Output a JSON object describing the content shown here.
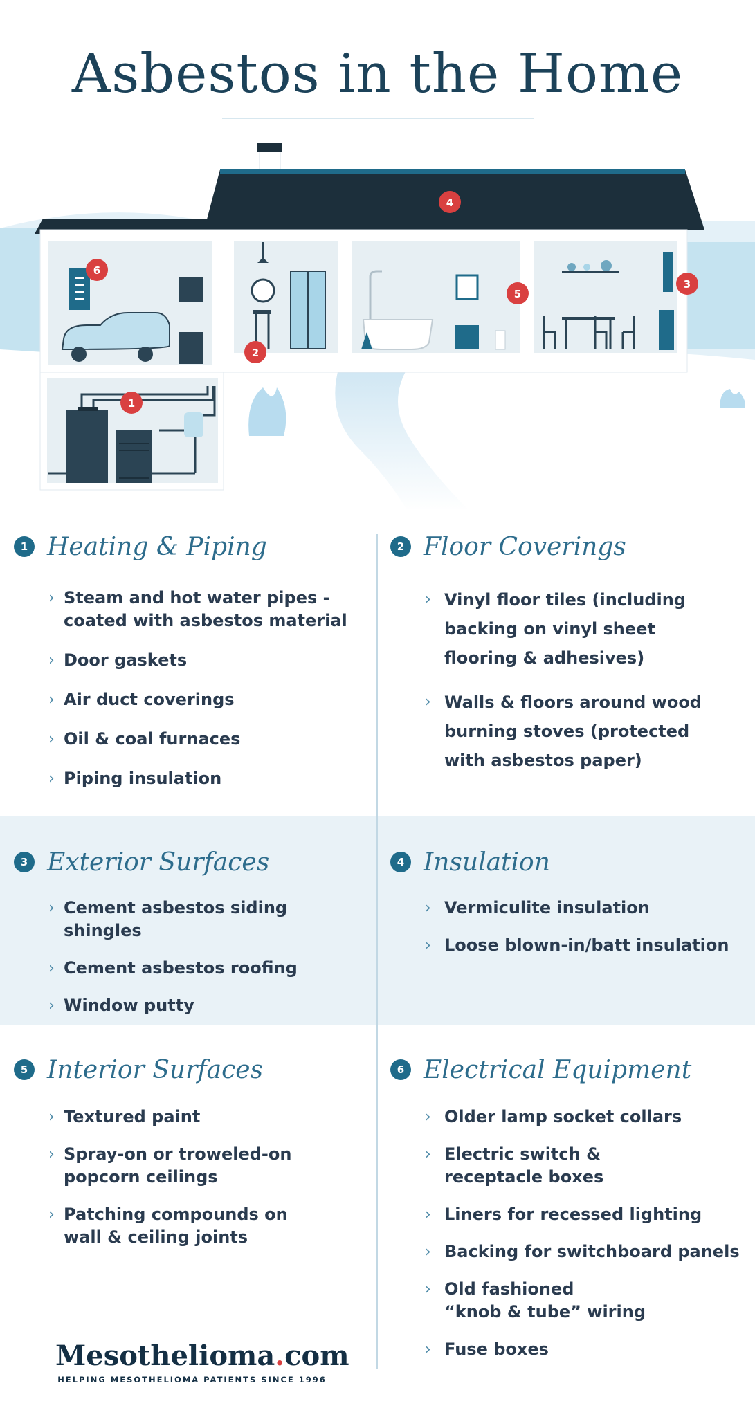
{
  "title": "Asbestos in the Home",
  "house": {
    "markers": [
      "1",
      "2",
      "3",
      "4",
      "5",
      "6"
    ]
  },
  "colors": {
    "navy": "#1c2f3b",
    "teal": "#1f6b8a",
    "marker_red": "#d94040",
    "light_blue": "#e9f2f7"
  },
  "sections": [
    {
      "number": "1",
      "title": "Heating & Piping",
      "items": [
        [
          "Steam and hot water pipes -",
          "coated with asbestos material"
        ],
        [
          "Door gaskets"
        ],
        [
          "Air duct coverings"
        ],
        [
          "Oil & coal furnaces"
        ],
        [
          "Piping insulation"
        ]
      ]
    },
    {
      "number": "2",
      "title": "Floor Coverings",
      "items": [
        [
          "Vinyl floor tiles (including",
          "backing on vinyl sheet",
          "flooring & adhesives)"
        ],
        [
          "Walls & floors around wood",
          "burning stoves (protected",
          "with asbestos paper)"
        ]
      ]
    },
    {
      "number": "3",
      "title": "Exterior Surfaces",
      "items": [
        [
          "Cement asbestos siding shingles"
        ],
        [
          "Cement asbestos roofing"
        ],
        [
          "Window putty"
        ]
      ]
    },
    {
      "number": "4",
      "title": "Insulation",
      "items": [
        [
          "Vermiculite insulation"
        ],
        [
          "Loose blown-in/batt insulation"
        ]
      ]
    },
    {
      "number": "5",
      "title": "Interior Surfaces",
      "items": [
        [
          "Textured paint"
        ],
        [
          "Spray-on or troweled-on",
          "popcorn ceilings"
        ],
        [
          "Patching compounds on",
          "wall & ceiling joints"
        ]
      ]
    },
    {
      "number": "6",
      "title": "Electrical Equipment",
      "items": [
        [
          "Older lamp socket collars"
        ],
        [
          "Electric switch &",
          "receptacle boxes"
        ],
        [
          "Liners for recessed lighting"
        ],
        [
          "Backing for switchboard panels"
        ],
        [
          "Old fashioned",
          "“knob & tube” wiring"
        ],
        [
          "Fuse boxes"
        ]
      ]
    }
  ],
  "logo": {
    "name_part1": "Mesothelioma",
    "name_dot": ".",
    "name_part2": "com",
    "tagline": "HELPING MESOTHELIOMA PATIENTS SINCE 1996"
  }
}
